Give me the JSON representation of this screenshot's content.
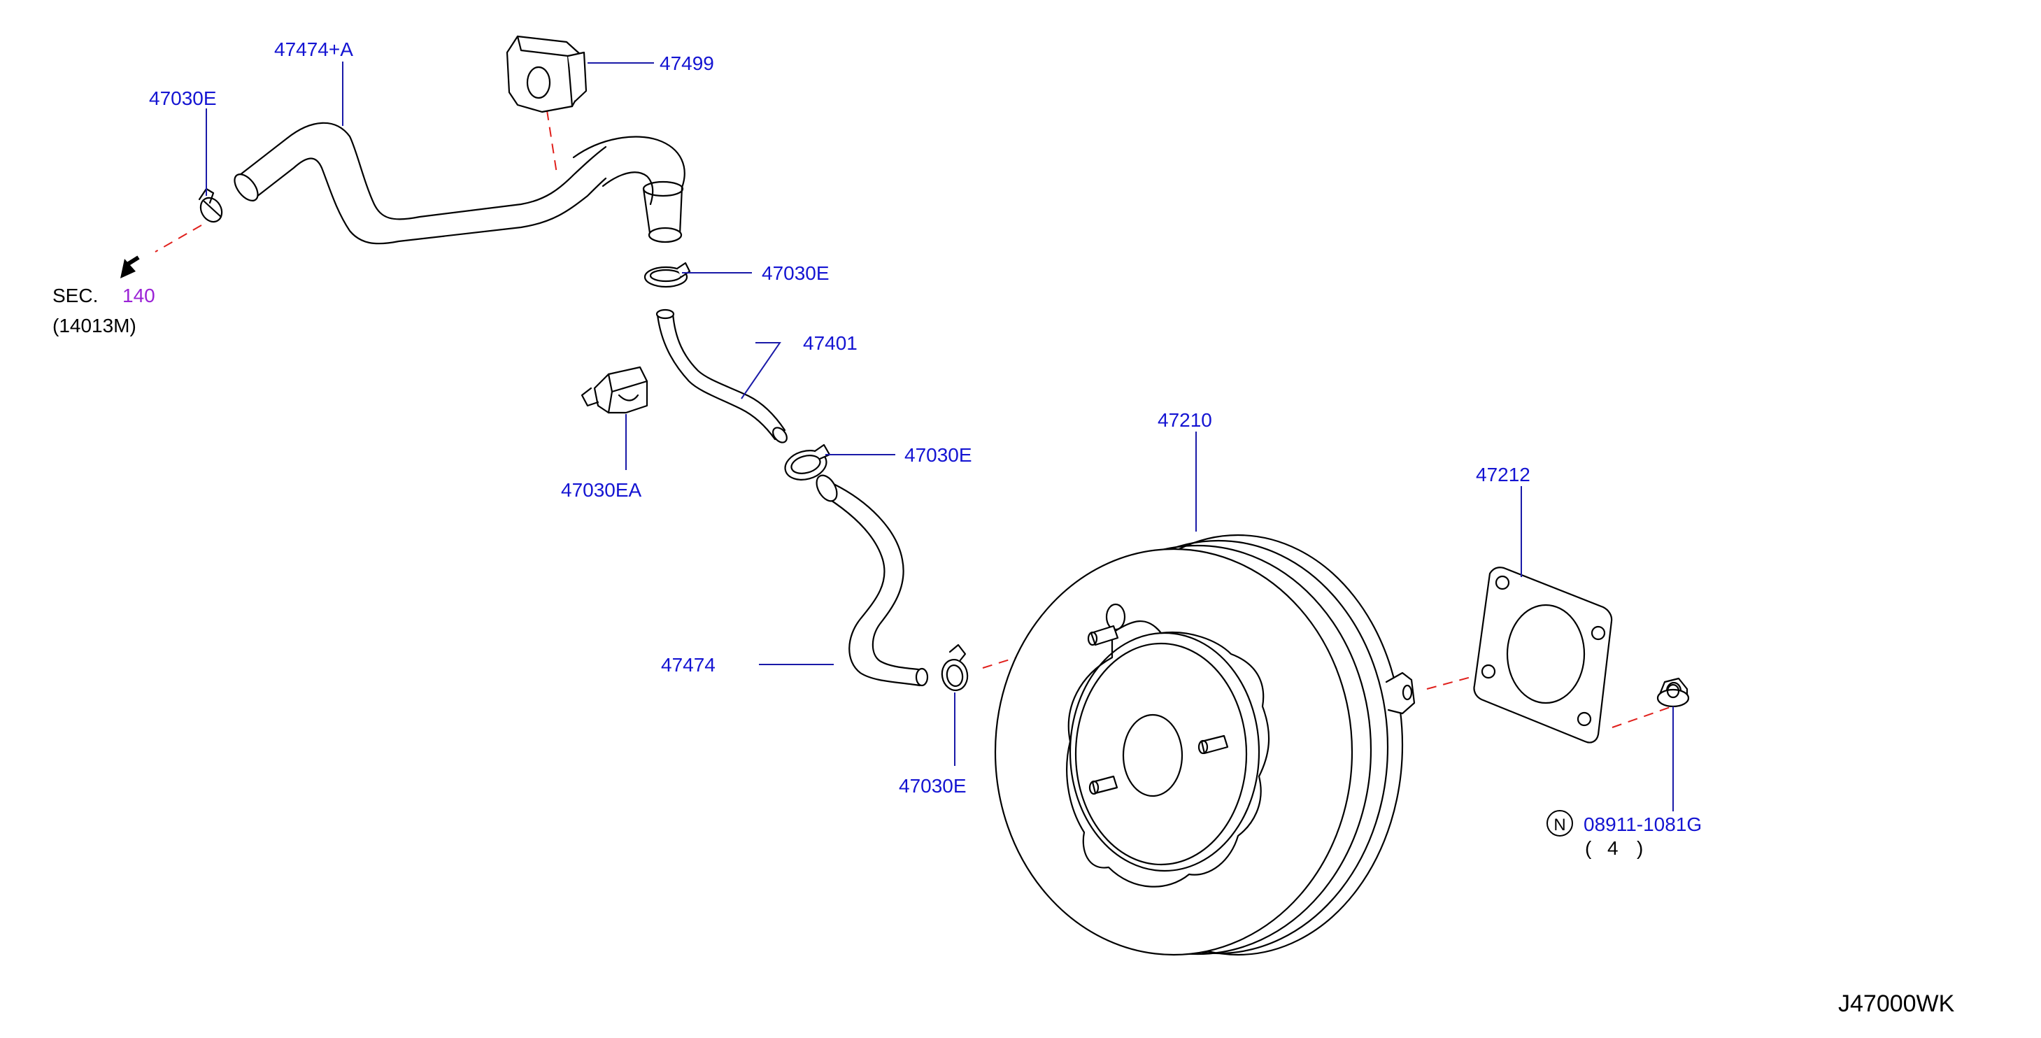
{
  "callouts": {
    "hose_upper": "47474+A",
    "clamp_left": "47030E",
    "grommet": "47499",
    "clamp_upper": "47030E",
    "hose_mid": "47401",
    "clip": "47030EA",
    "clamp_mid": "47030E",
    "booster": "47210",
    "gasket": "47212",
    "hose_lower": "47474",
    "clamp_lower": "47030E",
    "nut": "08911-1081G",
    "nut_symbol": "N",
    "nut_qty_open": "(",
    "nut_qty": "4",
    "nut_qty_close": ")"
  },
  "section_ref": {
    "prefix": "SEC.",
    "number": "140",
    "sub": "(14013M)"
  },
  "diagram_code": "J47000WK",
  "colors": {
    "callout": "#1414d2",
    "leader": "#1a1aa8",
    "centerline": "#e0201c",
    "section_number": "#9b23d6"
  }
}
